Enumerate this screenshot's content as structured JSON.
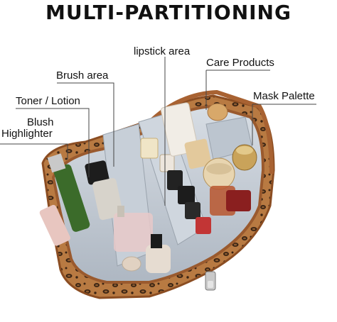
{
  "title": "MULTI-PARTITIONING",
  "labels": {
    "lipstick": "lipstick area",
    "brush": "Brush area",
    "care": "Care Products",
    "mask": "Mask Palette",
    "toner": "Toner / Lotion",
    "blush1": "Blush",
    "blush2": "Highlighter"
  },
  "colors": {
    "leopard_base": "#b5783f",
    "lining": "#c3ccd6",
    "trim": "#a86232"
  }
}
